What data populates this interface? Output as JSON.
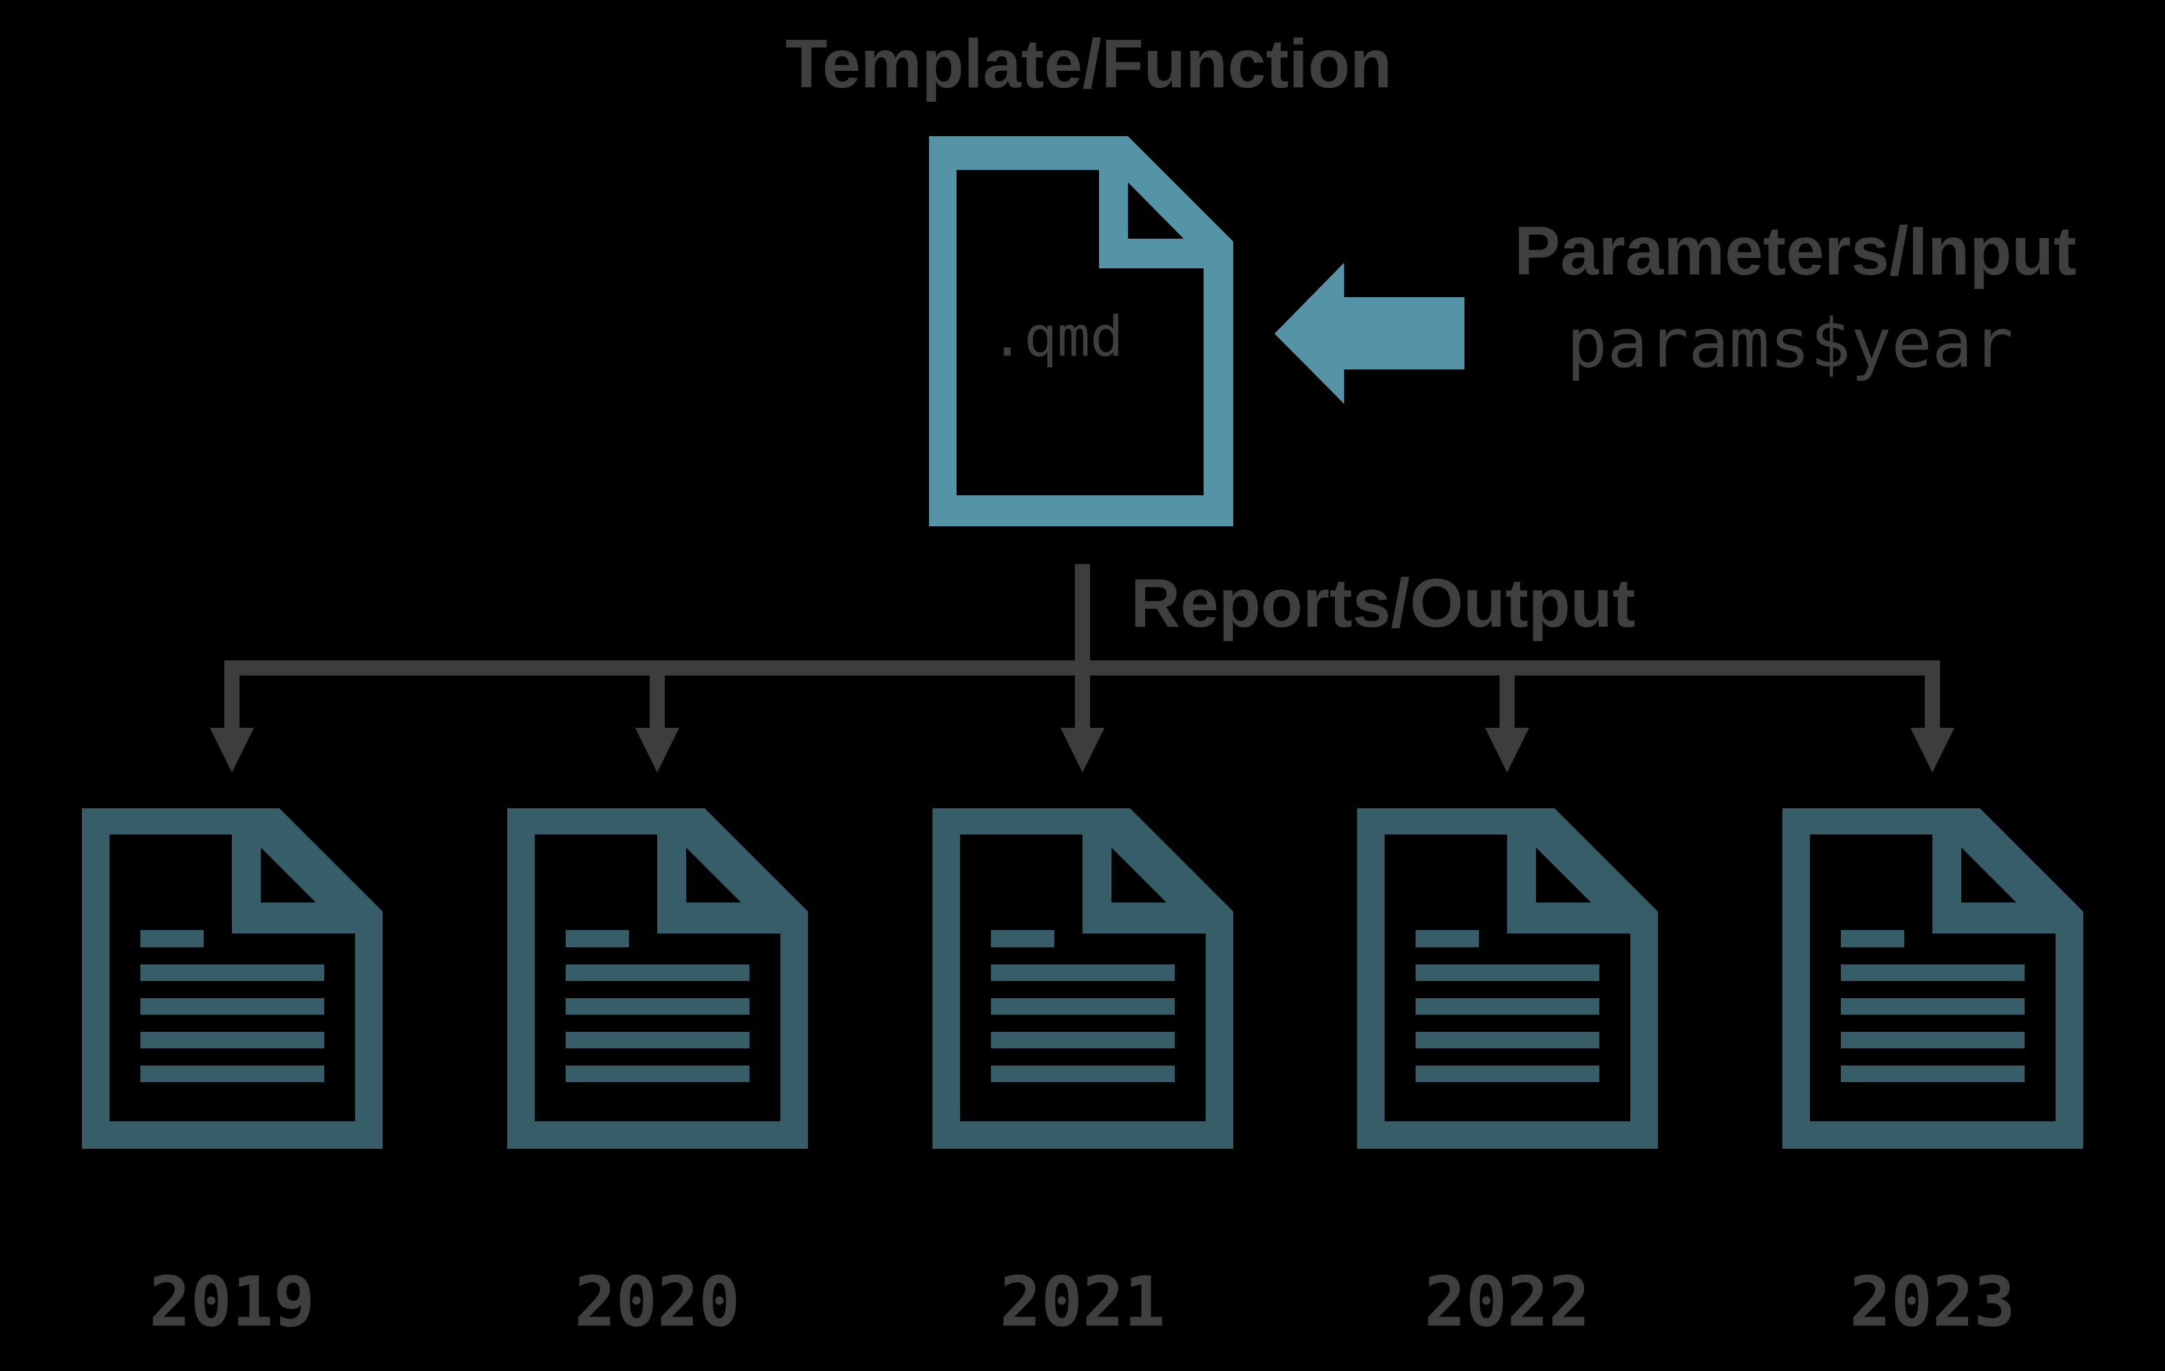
{
  "title": {
    "label": "Template/Function"
  },
  "template_doc": {
    "file_type": ".qmd",
    "icon": "file-document-icon"
  },
  "input": {
    "label": "Parameters/Input",
    "code": "params$year",
    "icon": "arrow-left-icon"
  },
  "output": {
    "label": "Reports/Output",
    "icon": "arrow-down-icon",
    "doc_icon": "file-document-text-icon"
  },
  "years": [
    "2019",
    "2020",
    "2021",
    "2022",
    "2023"
  ],
  "colors": {
    "background": "#000000",
    "text_gray": "#3F3F3F",
    "line_gray": "#3D3D3D",
    "template_accent": "#5494A6",
    "output_accent": "#375D69"
  }
}
